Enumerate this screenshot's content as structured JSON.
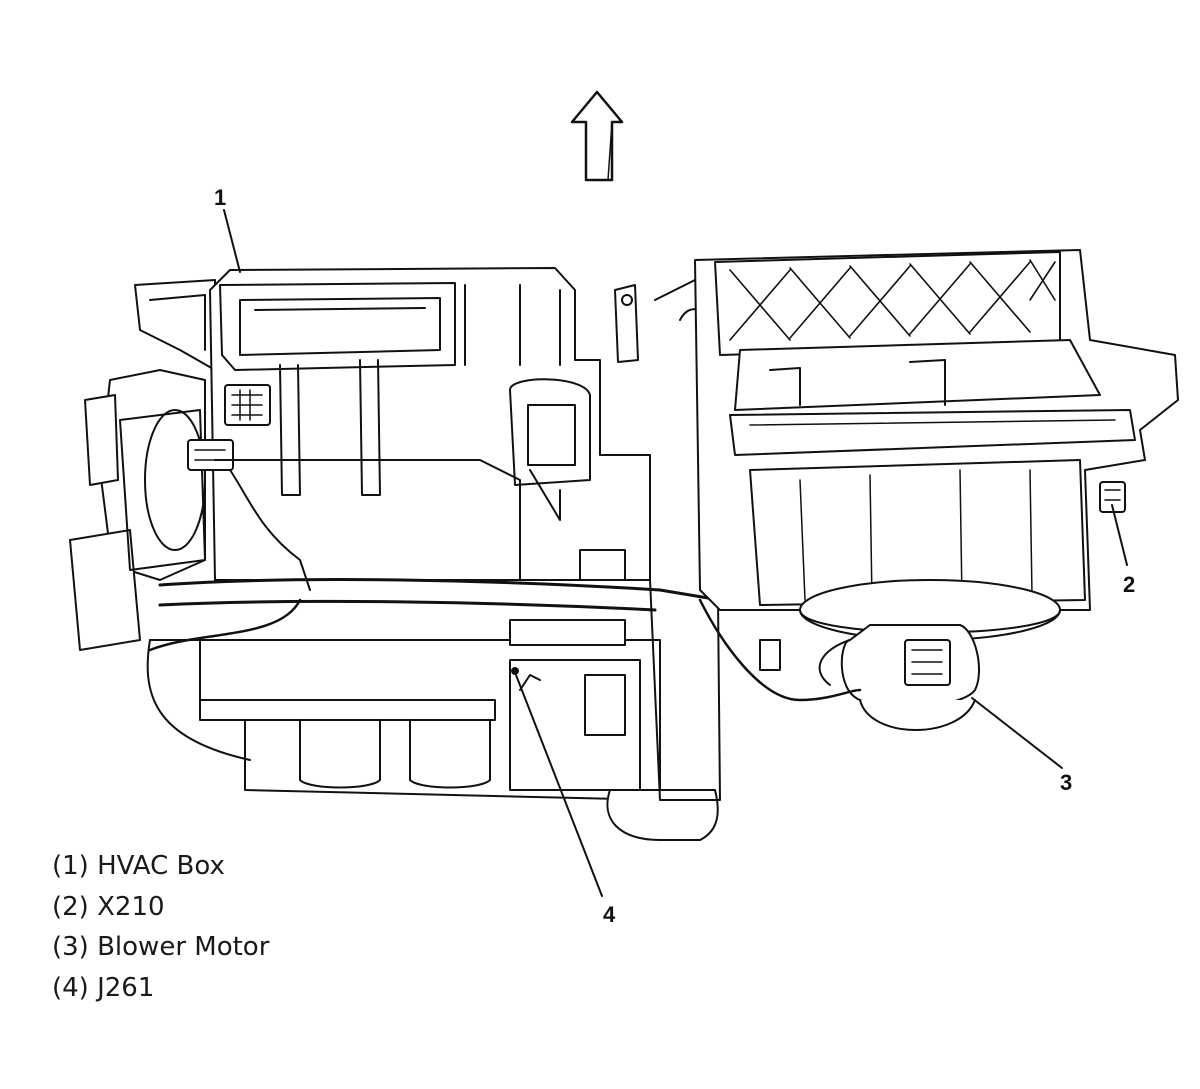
{
  "diagram": {
    "callouts": [
      {
        "id": "1",
        "text": "1"
      },
      {
        "id": "2",
        "text": "2"
      },
      {
        "id": "3",
        "text": "3"
      },
      {
        "id": "4",
        "text": "4"
      }
    ],
    "legend": [
      {
        "text": "(1) HVAC Box"
      },
      {
        "text": "(2) X210"
      },
      {
        "text": "(3) Blower Motor"
      },
      {
        "text": "(4) J261"
      }
    ]
  },
  "colors": {
    "line": "#111111",
    "background": "#ffffff"
  }
}
